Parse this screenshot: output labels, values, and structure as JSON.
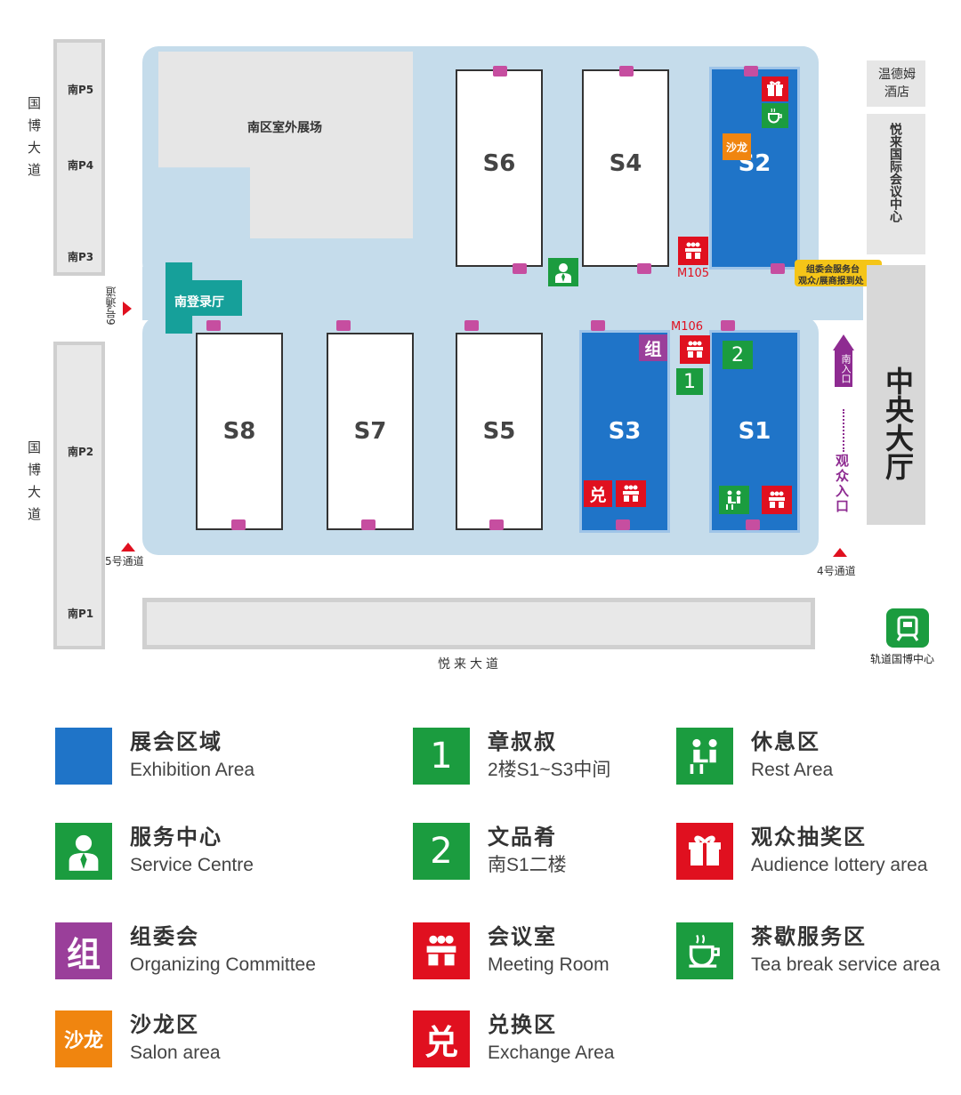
{
  "map": {
    "roads": {
      "guobo_top": "国博大道",
      "guobo_bottom": "国博大道",
      "yuelai": "悦来大道"
    },
    "parking": [
      "南P5",
      "南P4",
      "南P3",
      "南P2",
      "南P1"
    ],
    "outdoor": "南区室外展场",
    "registration": "南登录厅",
    "halls": [
      "S6",
      "S4",
      "S2",
      "S8",
      "S7",
      "S5",
      "S3",
      "S1"
    ],
    "hotel": "温德姆酒店",
    "conference_center": "悦来国际会议中心",
    "central_hall": "中央大厅",
    "service_desk_line1": "组委会服务台",
    "service_desk_line2": "观众/展商报到处",
    "room_m105": "M105",
    "room_m106": "M106",
    "gates": {
      "gate6": "6号通道",
      "gate5": "5号通道",
      "gate4": "4号通道"
    },
    "south_entrance": "南入口",
    "visitor_entrance": "观众入口",
    "metro": "轨道国博中心",
    "salon_label": "沙龙",
    "committee_label": "组",
    "exchange_label": "兑",
    "num1": "1",
    "num2": "2"
  },
  "legend": [
    {
      "cn": "展会区域",
      "en": "Exhibition Area",
      "icon": "exhibition-area-swatch",
      "color": "#1f74c8"
    },
    {
      "cn": "章叔叔",
      "en": "2楼S1~S3中间",
      "icon": "number-1-icon",
      "symbol": "1",
      "color": "#1b9c3f"
    },
    {
      "cn": "休息区",
      "en": "Rest Area",
      "icon": "rest-area-icon",
      "color": "#1b9c3f"
    },
    {
      "cn": "服务中心",
      "en": "Service Centre",
      "icon": "service-centre-icon",
      "color": "#1b9c3f"
    },
    {
      "cn": "文品肴",
      "en": "南S1二楼",
      "icon": "number-2-icon",
      "symbol": "2",
      "color": "#1b9c3f"
    },
    {
      "cn": "观众抽奖区",
      "en": "Audience lottery area",
      "icon": "gift-icon",
      "color": "#e0101f"
    },
    {
      "cn": "组委会",
      "en": "Organizing Committee",
      "icon": "committee-icon",
      "symbol": "组",
      "color": "#9a3f9a"
    },
    {
      "cn": "会议室",
      "en": "Meeting Room",
      "icon": "meeting-room-icon",
      "color": "#e0101f"
    },
    {
      "cn": "茶歇服务区",
      "en": "Tea break service area",
      "icon": "tea-cup-icon",
      "color": "#1b9c3f"
    },
    {
      "cn": "沙龙区",
      "en": "Salon area",
      "icon": "salon-icon",
      "symbol": "沙龙",
      "color": "#f0850f"
    },
    {
      "cn": "兑换区",
      "en": "Exchange Area",
      "icon": "exchange-icon",
      "symbol": "兑",
      "color": "#e0101f"
    }
  ]
}
